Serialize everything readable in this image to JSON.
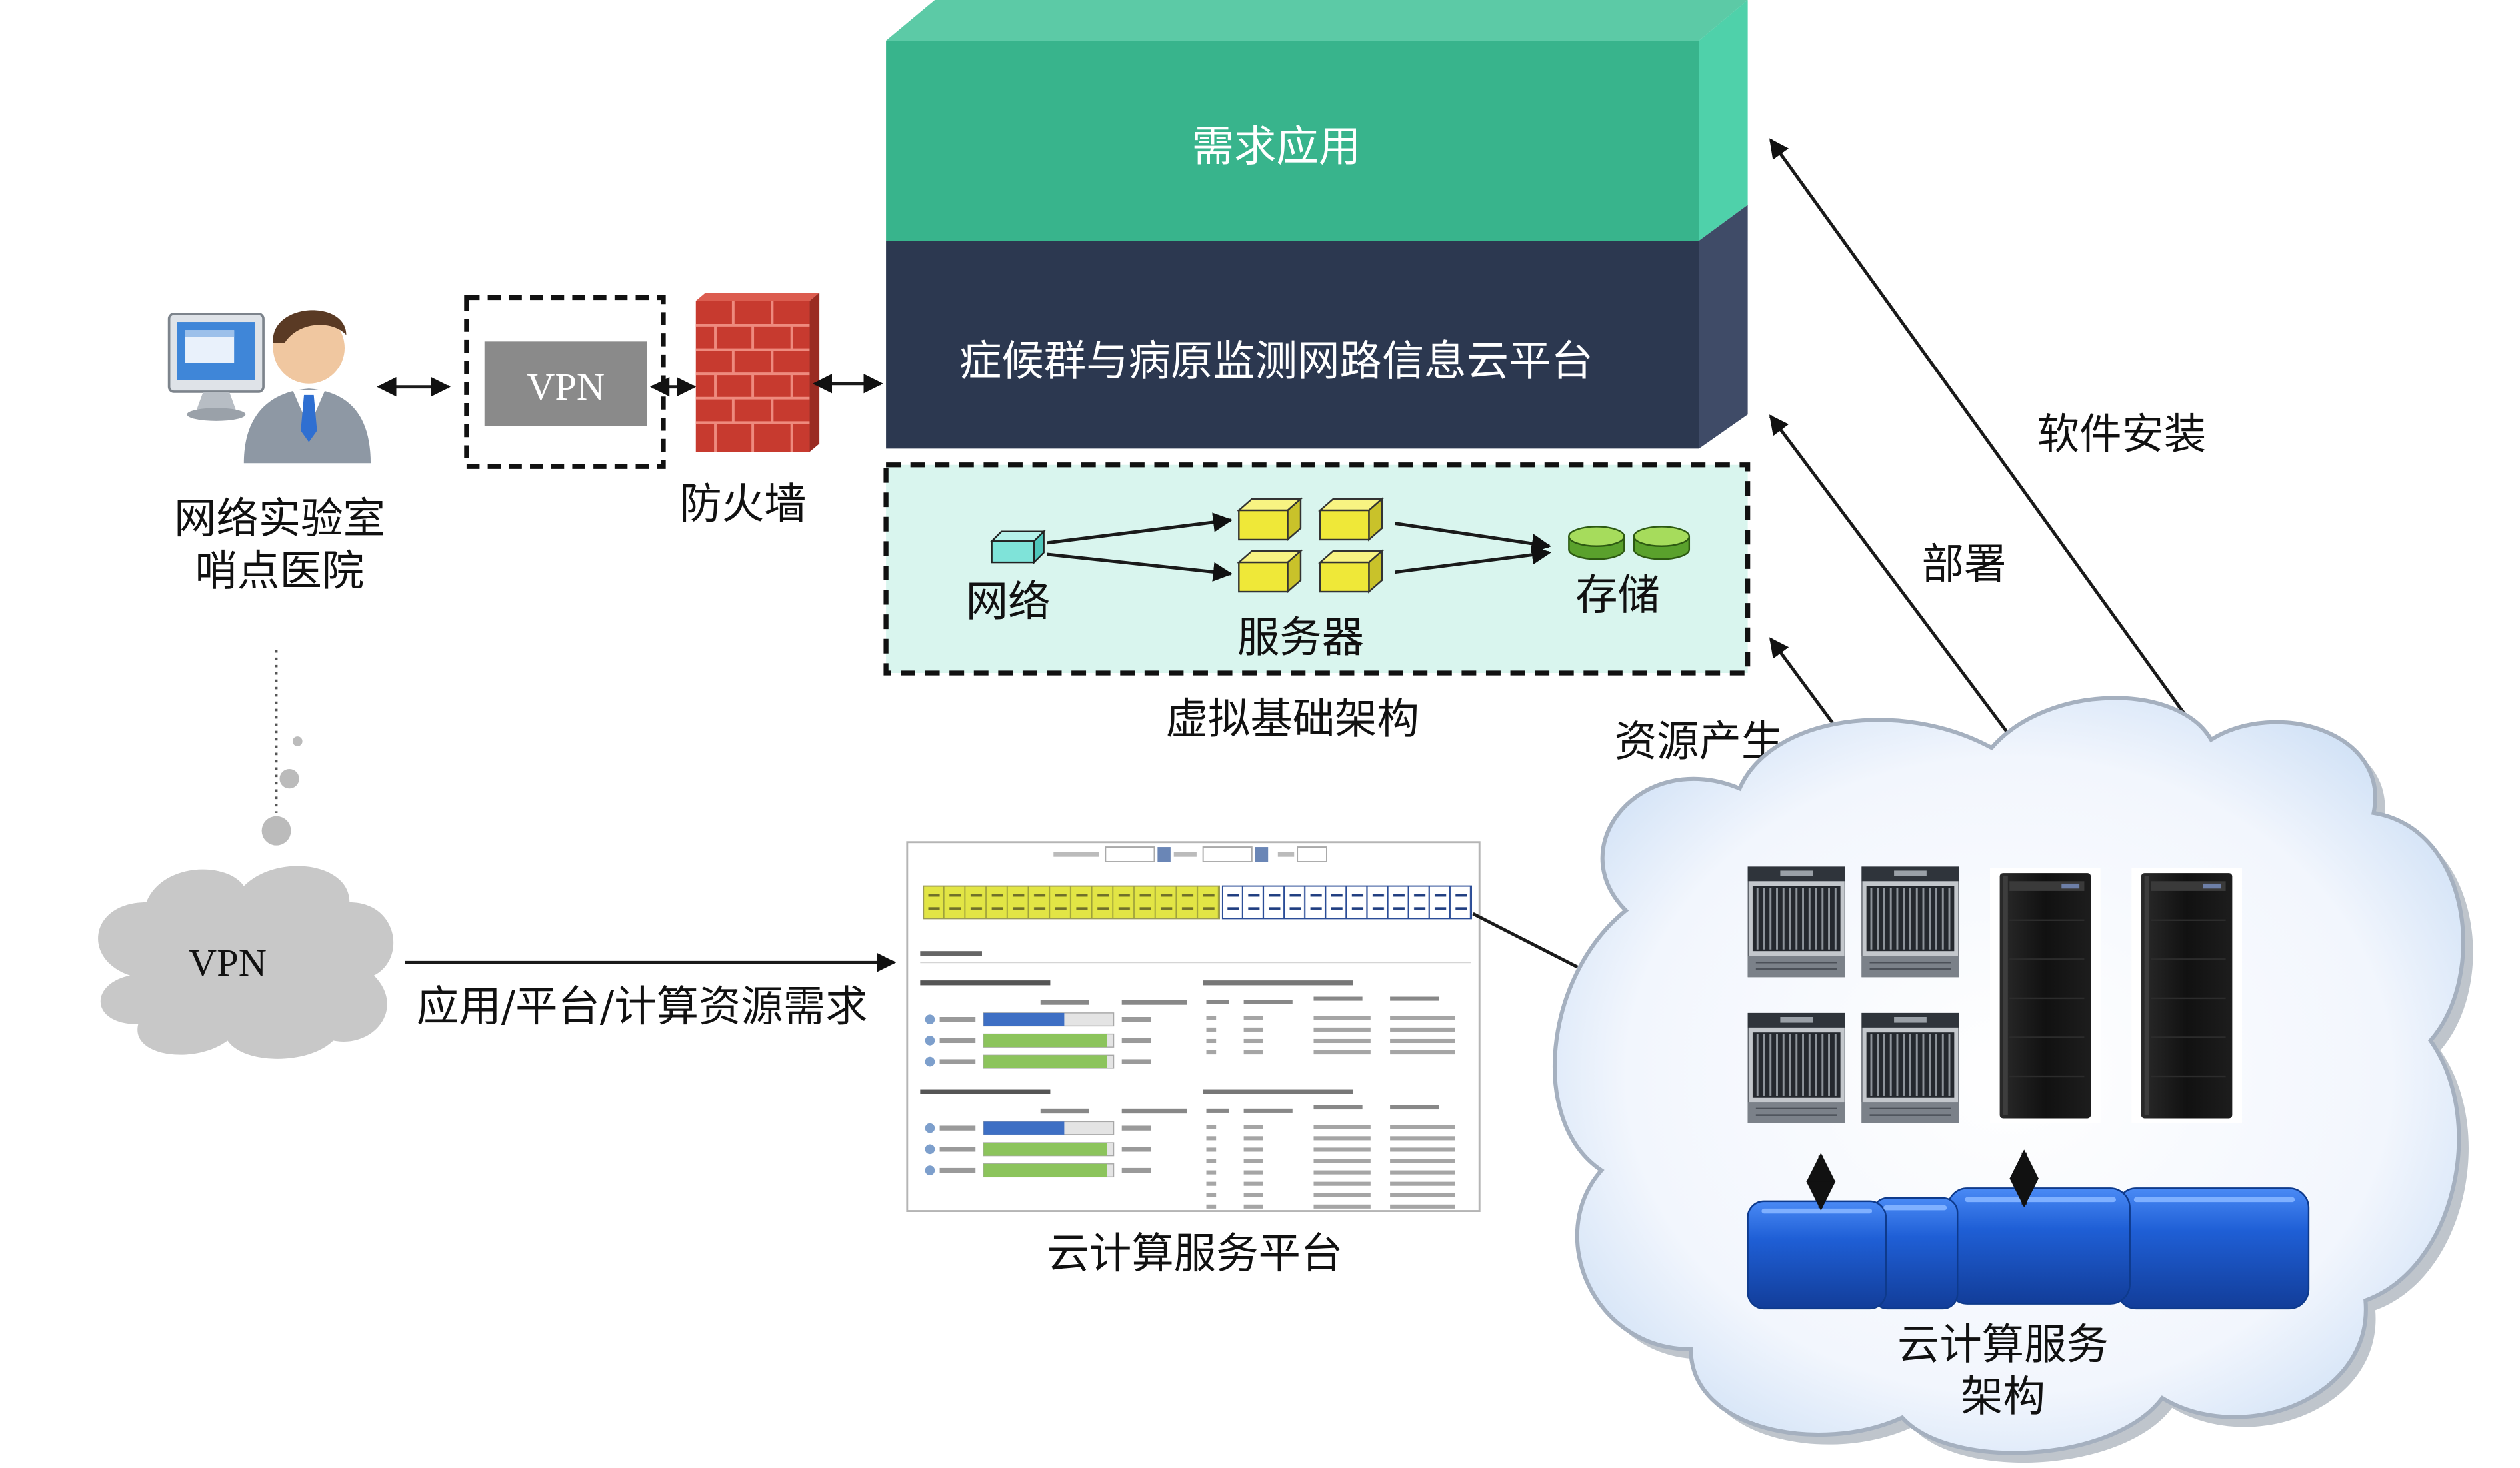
{
  "layers": {
    "app_layer": {
      "label": "需求应用"
    },
    "platform_layer": {
      "label": "症候群与病原监测网路信息云平台"
    },
    "virtual_infra": {
      "title": "虚拟基础架构",
      "network_label": "网络",
      "server_label": "服务器",
      "storage_label": "存储"
    }
  },
  "client": {
    "line1": "网络实验室",
    "line2": "哨点医院"
  },
  "vpn_box": {
    "label": "VPN"
  },
  "firewall": {
    "label": "防火墙"
  },
  "relations": {
    "software_install": "软件安装",
    "deploy": "部署",
    "resource_generate": "资源产生"
  },
  "vpn_cloud": {
    "label": "VPN"
  },
  "request_arrow": {
    "label": "应用/平台/计算资源需求"
  },
  "cloud_platform": {
    "label": "云计算服务平台",
    "usage_levels": [
      [
        0.62,
        0.95,
        0.95
      ],
      [
        0.62,
        0.95,
        0.95
      ]
    ]
  },
  "cloud_architecture": {
    "line1": "云计算服务",
    "line2": "架构"
  },
  "colors": {
    "app_layer_front": "#38b48c",
    "app_layer_top": "#5ccaa6",
    "app_layer_side": "#4fd1aa",
    "platform_front": "#2c3850",
    "platform_side": "#3f4b67",
    "virtual_infra_bg": "#d9f5ee",
    "vpn_box_gray": "#8a8a8a",
    "vpn_cloud_gray": "#c8c8c8",
    "firewall": "#c73a2f",
    "usage_blue": "#3e6fc4",
    "usage_green": "#8cc45c"
  }
}
